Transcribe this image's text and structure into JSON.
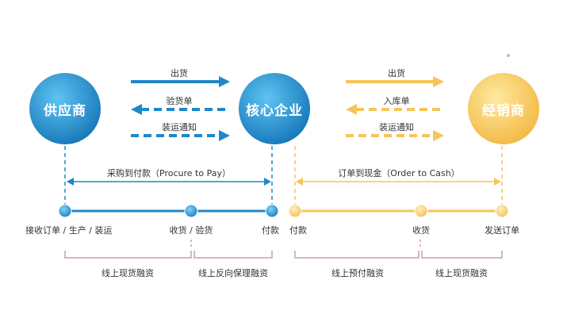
{
  "nodes": {
    "supplier": "供应商",
    "core": "核心企业",
    "dealer": "经销商"
  },
  "flows_left": {
    "shipment": "出货",
    "inspection": "验货单",
    "shipping_notice": "装运通知"
  },
  "flows_right": {
    "shipment": "出货",
    "warehouse_receipt": "入库单",
    "shipping_notice": "装运通知"
  },
  "processes": {
    "p2p": "采购到付款（Procure to Pay）",
    "o2c": "订单到现金（Order to Cash）"
  },
  "milestones_left": {
    "m1": "接收订单 / 生产 / 装运",
    "m2": "收货 / 验货",
    "m3": "付款"
  },
  "milestones_right": {
    "m1": "付款",
    "m2": "收货",
    "m3": "发送订单"
  },
  "financing": {
    "f1": "线上现货融资",
    "f2": "线上反向保理融资",
    "f3": "线上预付融资",
    "f4": "线上现货融资"
  },
  "colors": {
    "blue": "#1e88c8",
    "blue_light": "#4fb3e8",
    "orange": "#f5c55a",
    "orange_light": "#ffe08a",
    "bracket": "#c9a4a4"
  }
}
